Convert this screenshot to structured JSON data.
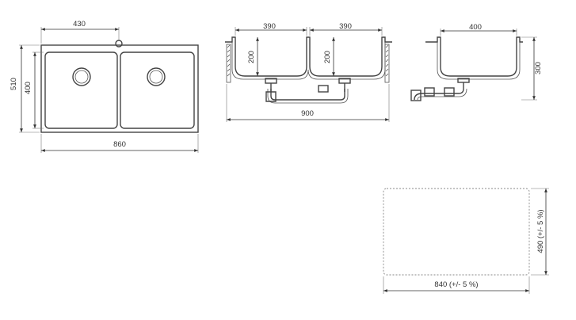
{
  "plan_view": {
    "dim_half_width": "430",
    "dim_outer_height": "510",
    "dim_bowl_height": "400",
    "dim_total_width": "860"
  },
  "front_section": {
    "dim_bowl_left": "390",
    "dim_bowl_right": "390",
    "dim_depth_left": "200",
    "dim_depth_right": "200",
    "dim_overall": "900"
  },
  "side_section": {
    "dim_bowl": "400",
    "dim_height": "300"
  },
  "cutout": {
    "dim_width": "840 (+/- 5 %)",
    "dim_height": "490 (+/- 5 %)"
  },
  "colors": {
    "line": "#444444",
    "dimension": "#333333",
    "cutout_dash": "#888888"
  }
}
